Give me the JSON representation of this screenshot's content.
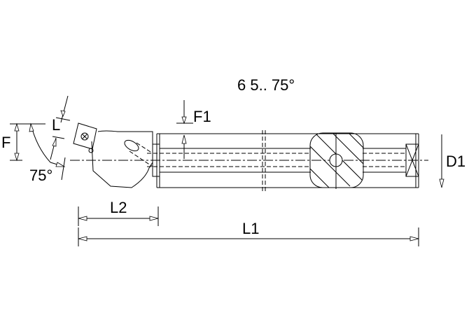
{
  "drawing": {
    "title": "6 5.. 75°",
    "subject": "boring bar with 75° insert",
    "colors": {
      "line": "#000000",
      "background": "#ffffff"
    }
  },
  "dimensions": {
    "F": "F",
    "L": "L",
    "angle": "75°",
    "F1": "F1",
    "D1": "D1",
    "L2": "L2",
    "L1": "L1"
  }
}
